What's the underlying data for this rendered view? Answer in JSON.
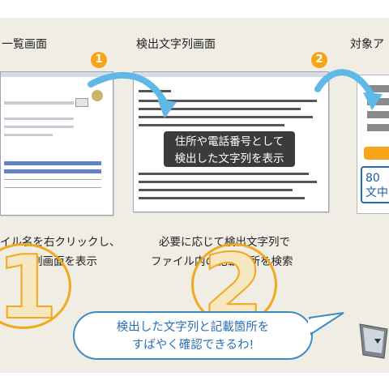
{
  "colors": {
    "accent": "#f6a51b",
    "arrow": "#5fb8e6",
    "bubble_border": "#3f8cc4",
    "bubble_text": "#2b6fb3",
    "panel_bg": "#efede4"
  },
  "captions": {
    "left": "一覧画面",
    "middle": "検出文字列画面",
    "right": "対象ア"
  },
  "steps": {
    "one": "1",
    "two": "2",
    "big_one": "1",
    "big_two": "2"
  },
  "screenshot_label": {
    "line1": "住所や電話番号として",
    "line2": "検出した文字列を表示"
  },
  "descriptions": {
    "step1_line1": "イル名を右クリックし、",
    "step1_line2": "文字列画面を表示",
    "step2_line1": "必要に応じて検出文字列で",
    "step2_line2": "ファイル内の記載箇所を検索"
  },
  "target_snippet": {
    "line1": "80",
    "line2": "文中"
  },
  "speech_bubble": {
    "line1": "検出した文字列と記載箇所を",
    "line2": "すばやく確認できるわ!"
  },
  "icons": [
    "arrow-1-icon",
    "arrow-2-icon",
    "tablet-icon",
    "gear-icon"
  ]
}
